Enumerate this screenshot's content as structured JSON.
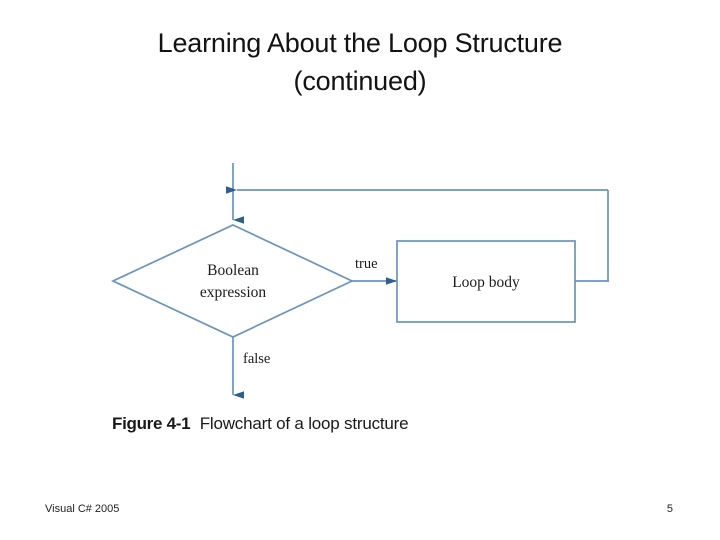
{
  "slide": {
    "title_line_1": "Learning About the Loop Structure",
    "title_line_2": "(continued)"
  },
  "figure": {
    "caption_number": "Figure 4-1",
    "caption_text": "Flowchart of a loop structure",
    "diagram": {
      "type": "flowchart",
      "nodes": [
        {
          "id": "decision",
          "shape": "diamond",
          "label_line_1": "Boolean",
          "label_line_2": "expression"
        },
        {
          "id": "loop-body",
          "shape": "rectangle",
          "label": "Loop body"
        }
      ],
      "edges": [
        {
          "id": "entry",
          "from": "start",
          "to": "decision",
          "label": ""
        },
        {
          "id": "true-branch",
          "from": "decision",
          "to": "loop-body",
          "label": "true"
        },
        {
          "id": "false-branch",
          "from": "decision",
          "to": "exit",
          "label": "false"
        },
        {
          "id": "loop-back",
          "from": "loop-body",
          "to": "decision",
          "label": ""
        }
      ],
      "colors": {
        "stroke": "#6b94b8",
        "arrowhead": "#2f5f8f",
        "text": "#1c1c1c"
      }
    }
  },
  "footer": {
    "source": "Visual C# 2005",
    "page_number": "5"
  }
}
